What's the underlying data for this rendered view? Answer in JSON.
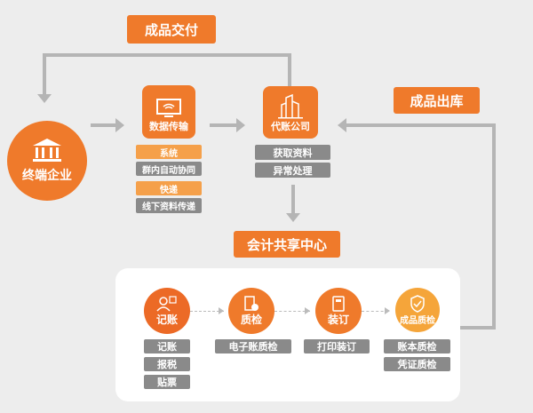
{
  "top_label": "成品交付",
  "right_label": "成品出库",
  "center_label": "会计共享中心",
  "enterprise": "终端企业",
  "transfer": {
    "title": "数据传输",
    "tags": [
      "系统",
      "群内自动协同",
      "快递",
      "线下资料传递"
    ]
  },
  "agency": {
    "title": "代账公司",
    "tags": [
      "获取资料",
      "异常处理"
    ]
  },
  "steps": [
    {
      "title": "记账",
      "tags": [
        "记账",
        "报税",
        "贴票"
      ]
    },
    {
      "title": "质检",
      "tags": [
        "电子账质检"
      ]
    },
    {
      "title": "装订",
      "tags": [
        "打印装订"
      ]
    },
    {
      "title": "成品质检",
      "tags": [
        "账本质检",
        "凭证质检"
      ]
    }
  ],
  "colors": {
    "orange": "#ef7a2b",
    "light_orange": "#f5a04a",
    "gray": "#8a8a8a",
    "line": "#b5b5b5"
  }
}
